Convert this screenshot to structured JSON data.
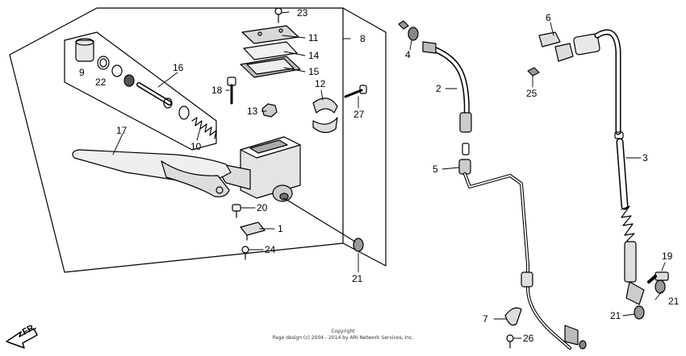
{
  "callouts": {
    "c1": "1",
    "c2": "2",
    "c3": "3",
    "c4": "4",
    "c5": "5",
    "c6": "6",
    "c7": "7",
    "c8": "8",
    "c9": "9",
    "c10": "10",
    "c11": "11",
    "c12": "12",
    "c13": "13",
    "c14": "14",
    "c15": "15",
    "c16": "16",
    "c17": "17",
    "c18": "18",
    "c19": "19",
    "c20": "20",
    "c21a": "21",
    "c21b": "21",
    "c21c": "21",
    "c22": "22",
    "c23": "23",
    "c24": "24",
    "c25": "25",
    "c26": "26",
    "c27": "27"
  },
  "direction_label": "FR.",
  "footer": {
    "line1": "Copyright",
    "line2": "Page design (c) 2004 - 2014 by ARI Network Services, Inc."
  }
}
